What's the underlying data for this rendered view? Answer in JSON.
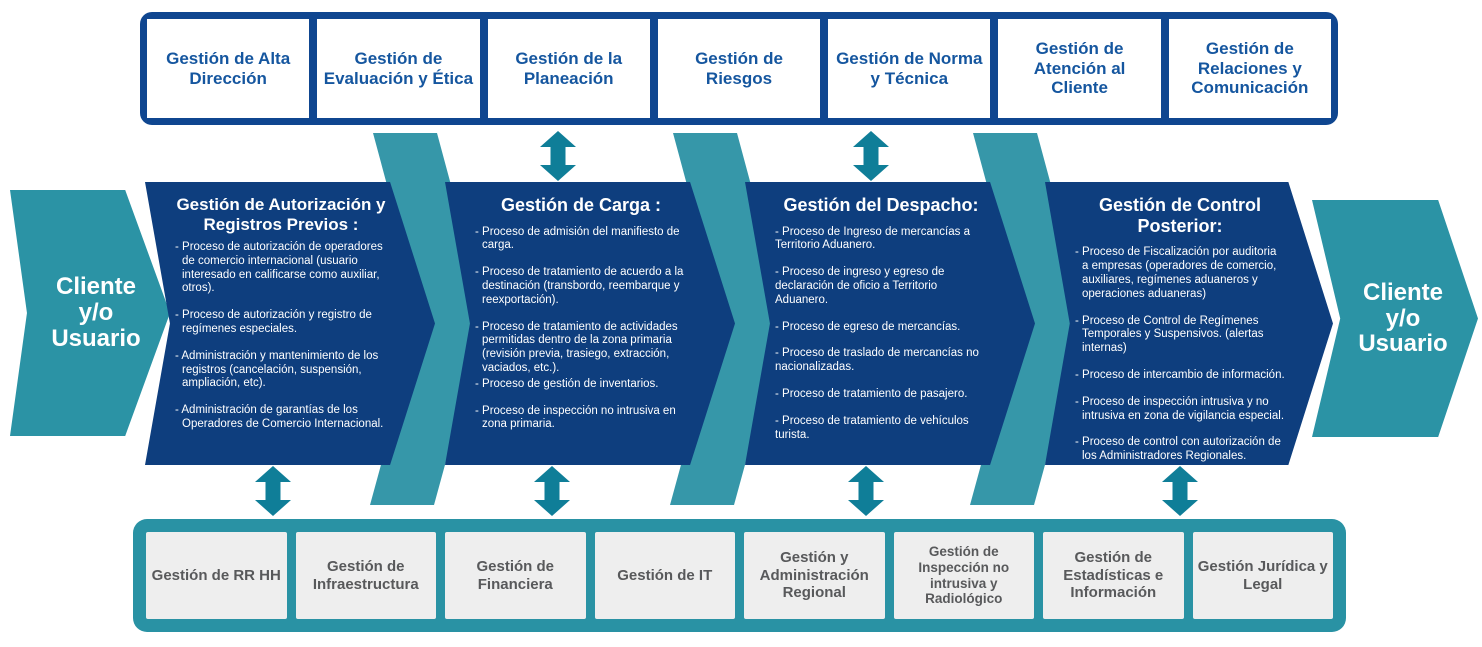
{
  "colors": {
    "navy_arrow": "#0E3E7E",
    "navy_border": "#0F4690",
    "top_text_blue": "#15569F",
    "teal_chevron": "#2B93A5",
    "teal_band": "#3697A9",
    "teal_connector": "#0F7E98",
    "bottom_container_teal": "#2992A4",
    "bottom_box_gray": "#EEEEEE",
    "bottom_text_gray": "#58595B"
  },
  "top": {
    "boxes": [
      "Gestión de Alta Dirección",
      "Gestión de Evaluación y Ética",
      "Gestión de la Planeación",
      "Gestión de Riesgos",
      "Gestión de Norma y Técnica",
      "Gestión de Atención al Cliente",
      "Gestión de Relaciones y Comunicación"
    ]
  },
  "left": {
    "lines": [
      "Cliente",
      "y/o",
      "Usuario"
    ]
  },
  "right": {
    "lines": [
      "Cliente",
      "y/o",
      "Usuario"
    ]
  },
  "core": [
    {
      "title": "Gestión de Autorización y Registros Previos :",
      "items": [
        "- Proceso de autorización de operadores de comercio internacional (usuario interesado en calificarse como auxiliar, otros).",
        "- Proceso de autorización y registro de regímenes especiales.",
        "- Administración y mantenimiento de los registros (cancelación, suspensión, ampliación, etc).",
        "- Administración de garantías  de los Operadores de Comercio Internacional."
      ]
    },
    {
      "title": "Gestión de Carga :",
      "items": [
        "- Proceso de admisión del manifiesto de carga.",
        "- Proceso de tratamiento de acuerdo a la destinación (transbordo, reembarque y reexportación).",
        "- Proceso de tratamiento de actividades permitidas dentro de la zona primaria (revisión previa, trasiego, extracción, vaciados, etc.).",
        "- Proceso de gestión de inventarios.",
        "- Proceso de inspección no intrusiva en zona primaria."
      ]
    },
    {
      "title": "Gestión del Despacho:",
      "items": [
        "- Proceso de Ingreso de mercancías a Territorio Aduanero.",
        "- Proceso de ingreso y egreso de declaración de oficio a Territorio Aduanero.",
        "- Proceso de egreso de mercancías.",
        "- Proceso de traslado de mercancías no nacionalizadas.",
        "- Proceso de tratamiento de pasajero.",
        "- Proceso de tratamiento de vehículos turista."
      ]
    },
    {
      "title": "Gestión de Control  Posterior:",
      "items": [
        "- Proceso de Fiscalización por auditoria a empresas (operadores de comercio, auxiliares, regímenes aduaneros y operaciones aduaneras)",
        "- Proceso de Control de Regímenes Temporales y Suspensivos.  (alertas internas)",
        "- Proceso de intercambio de información.",
        "- Proceso de inspección intrusiva y no intrusiva en zona de vigilancia especial.",
        "- Proceso de control con autorización de los Administradores Regionales."
      ]
    }
  ],
  "bottom": {
    "boxes": [
      "Gestión de RR HH",
      "Gestión de Infraestructura",
      "Gestión de Financiera",
      "Gestión de IT",
      "Gestión y Administración Regional",
      "Gestión de Inspección no intrusiva y Radiológico",
      "Gestión de Estadísticas e Información",
      "Gestión Jurídica y Legal"
    ]
  }
}
